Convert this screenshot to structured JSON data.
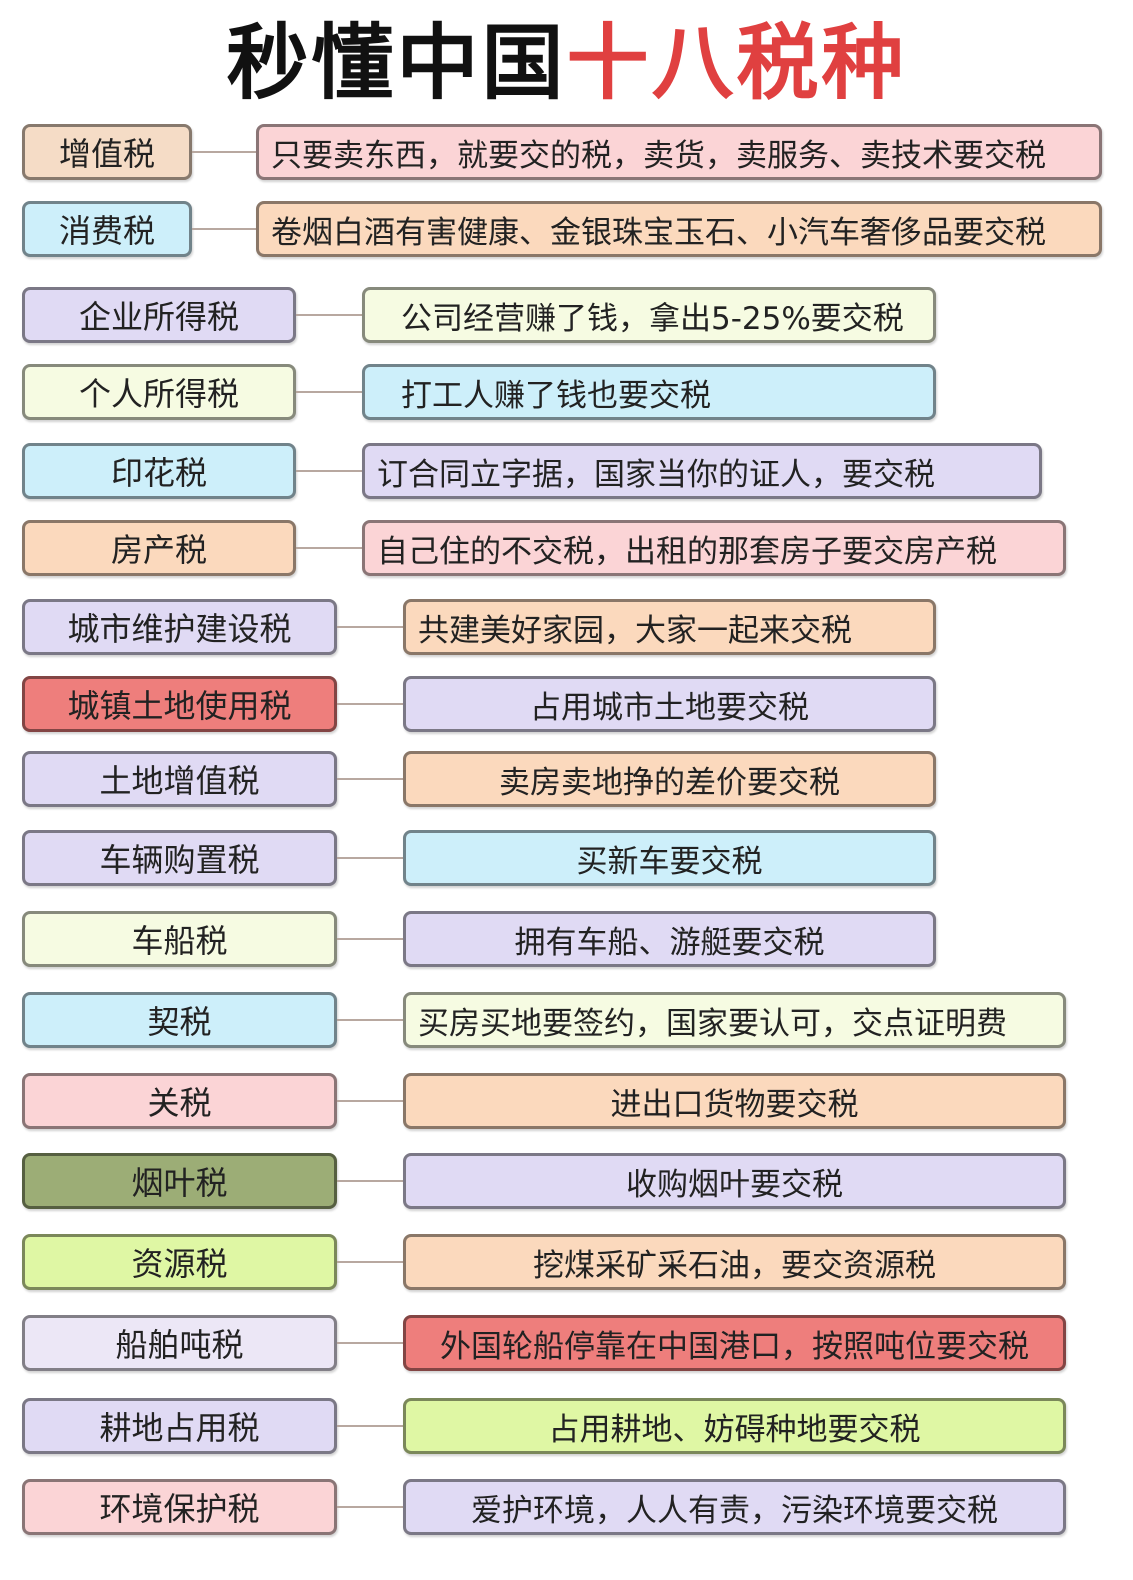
{
  "title": {
    "part1": "秒懂中国",
    "part2": "十八税种",
    "part1_color": "#111111",
    "part2_color": "#e04040"
  },
  "palette": {
    "tan": "#f5dcc6",
    "cyan": "#cdeffa",
    "lavender": "#e0daf4",
    "lightyellow": "#f6fbe2",
    "peach": "#fbd9bd",
    "pink": "#fbd4d6",
    "red": "#ee7e7c",
    "olive": "#9cad76",
    "lime": "#dff7a4",
    "lightlavender": "#ece7f6"
  },
  "taxes": [
    {
      "name": "增值税",
      "description": "只要卖东西，就要交的税，卖货，卖服务、卖技术要交税",
      "name_color": "#f5dcc6",
      "desc_color": "#fbd4d6"
    },
    {
      "name": "消费税",
      "description": "卷烟白酒有害健康、金银珠宝玉石、小汽车奢侈品要交税",
      "name_color": "#cdeffa",
      "desc_color": "#fbd9bd"
    },
    {
      "name": "企业所得税",
      "description": "公司经营赚了钱，拿出5-25%要交税",
      "name_color": "#e0daf4",
      "desc_color": "#f6fbe2"
    },
    {
      "name": "个人所得税",
      "description": "打工人赚了钱也要交税",
      "name_color": "#f6fbe2",
      "desc_color": "#cdeffa"
    },
    {
      "name": "印花税",
      "description": "订合同立字据，国家当你的证人，要交税",
      "name_color": "#cdeffa",
      "desc_color": "#e0daf4"
    },
    {
      "name": "房产税",
      "description": "自己住的不交税，出租的那套房子要交房产税",
      "name_color": "#fbd9bd",
      "desc_color": "#fbd4d6"
    },
    {
      "name": "城市维护建设税",
      "description": "共建美好家园，大家一起来交税",
      "name_color": "#e0daf4",
      "desc_color": "#fbd9bd"
    },
    {
      "name": "城镇土地使用税",
      "description": "占用城市土地要交税",
      "name_color": "#ee7e7c",
      "desc_color": "#e0daf4"
    },
    {
      "name": "土地增值税",
      "description": "卖房卖地挣的差价要交税",
      "name_color": "#e0daf4",
      "desc_color": "#fbd9bd"
    },
    {
      "name": "车辆购置税",
      "description": "买新车要交税",
      "name_color": "#e0daf4",
      "desc_color": "#cdeffa"
    },
    {
      "name": "车船税",
      "description": "拥有车船、游艇要交税",
      "name_color": "#f6fbe2",
      "desc_color": "#e0daf4"
    },
    {
      "name": "契税",
      "description": "买房买地要签约，国家要认可，交点证明费",
      "name_color": "#cdeffa",
      "desc_color": "#f6fbe2"
    },
    {
      "name": "关税",
      "description": "进出口货物要交税",
      "name_color": "#fbd4d6",
      "desc_color": "#fbd9bd"
    },
    {
      "name": "烟叶税",
      "description": "收购烟叶要交税",
      "name_color": "#9cad76",
      "desc_color": "#e0daf4"
    },
    {
      "name": "资源税",
      "description": "挖煤采矿采石油，要交资源税",
      "name_color": "#dff7a4",
      "desc_color": "#fbd9bd"
    },
    {
      "name": "船舶吨税",
      "description": "外国轮船停靠在中国港口，按照吨位要交税",
      "name_color": "#ece7f6",
      "desc_color": "#ee7e7c"
    },
    {
      "name": "耕地占用税",
      "description": "占用耕地、妨碍种地要交税",
      "name_color": "#e0daf4",
      "desc_color": "#dff7a4"
    },
    {
      "name": "环境保护税",
      "description": "爱护环境，人人有责，污染环境要交税",
      "name_color": "#fbd4d6",
      "desc_color": "#e0daf4"
    }
  ]
}
